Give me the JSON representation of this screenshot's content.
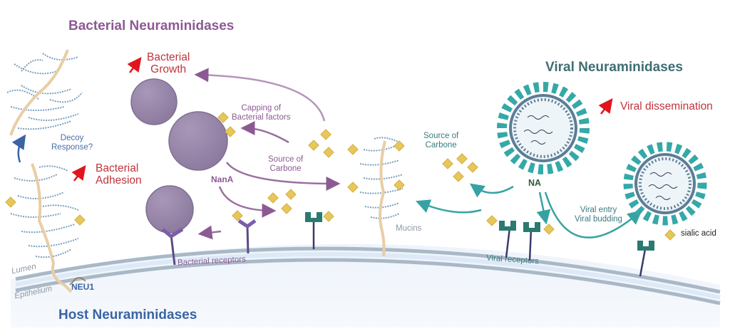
{
  "titles": {
    "bacterial": "Bacterial  Neuraminidases",
    "viral": "Viral Neuraminidases",
    "host": "Host Neuraminidases"
  },
  "effects": {
    "bacterial_growth": [
      "Bacterial",
      "Growth"
    ],
    "bacterial_adhesion": [
      "Bacterial",
      "Adhesion"
    ],
    "viral_dissemination": "Viral dissemination"
  },
  "annotations": {
    "decoy_response": [
      "Decoy",
      "Response?"
    ],
    "capping": [
      "Capping of",
      "Bacterial factors"
    ],
    "source_carbone_bacterial": [
      "Source of",
      "Carbone"
    ],
    "source_carbone_viral": [
      "Source of",
      "Carbone"
    ],
    "viral_entry": [
      "Viral entry",
      "Viral budding"
    ]
  },
  "enzymes": {
    "nana": "NanA",
    "na": "NA",
    "neu1": "NEU1"
  },
  "structures": {
    "mucins": "Mucins",
    "bacterial_receptors": "Bacterial receptors",
    "viral_receptors": "Viral receptors",
    "lumen": "Lumen",
    "epithelium": "Epithelium"
  },
  "legend": {
    "sialic_acid": "sialic acid"
  },
  "colors": {
    "bacterial_title": "#8c5a93",
    "viral_title": "#3f6e73",
    "host_title": "#3a64a3",
    "effect_red": "#c0343c",
    "bacterium": "#9a88ab",
    "sialic_acid": "#e8c75a",
    "viral_teal": "#35a8a8",
    "receptor_teal": "#2a7a70",
    "membrane": "#a9b8c6"
  }
}
